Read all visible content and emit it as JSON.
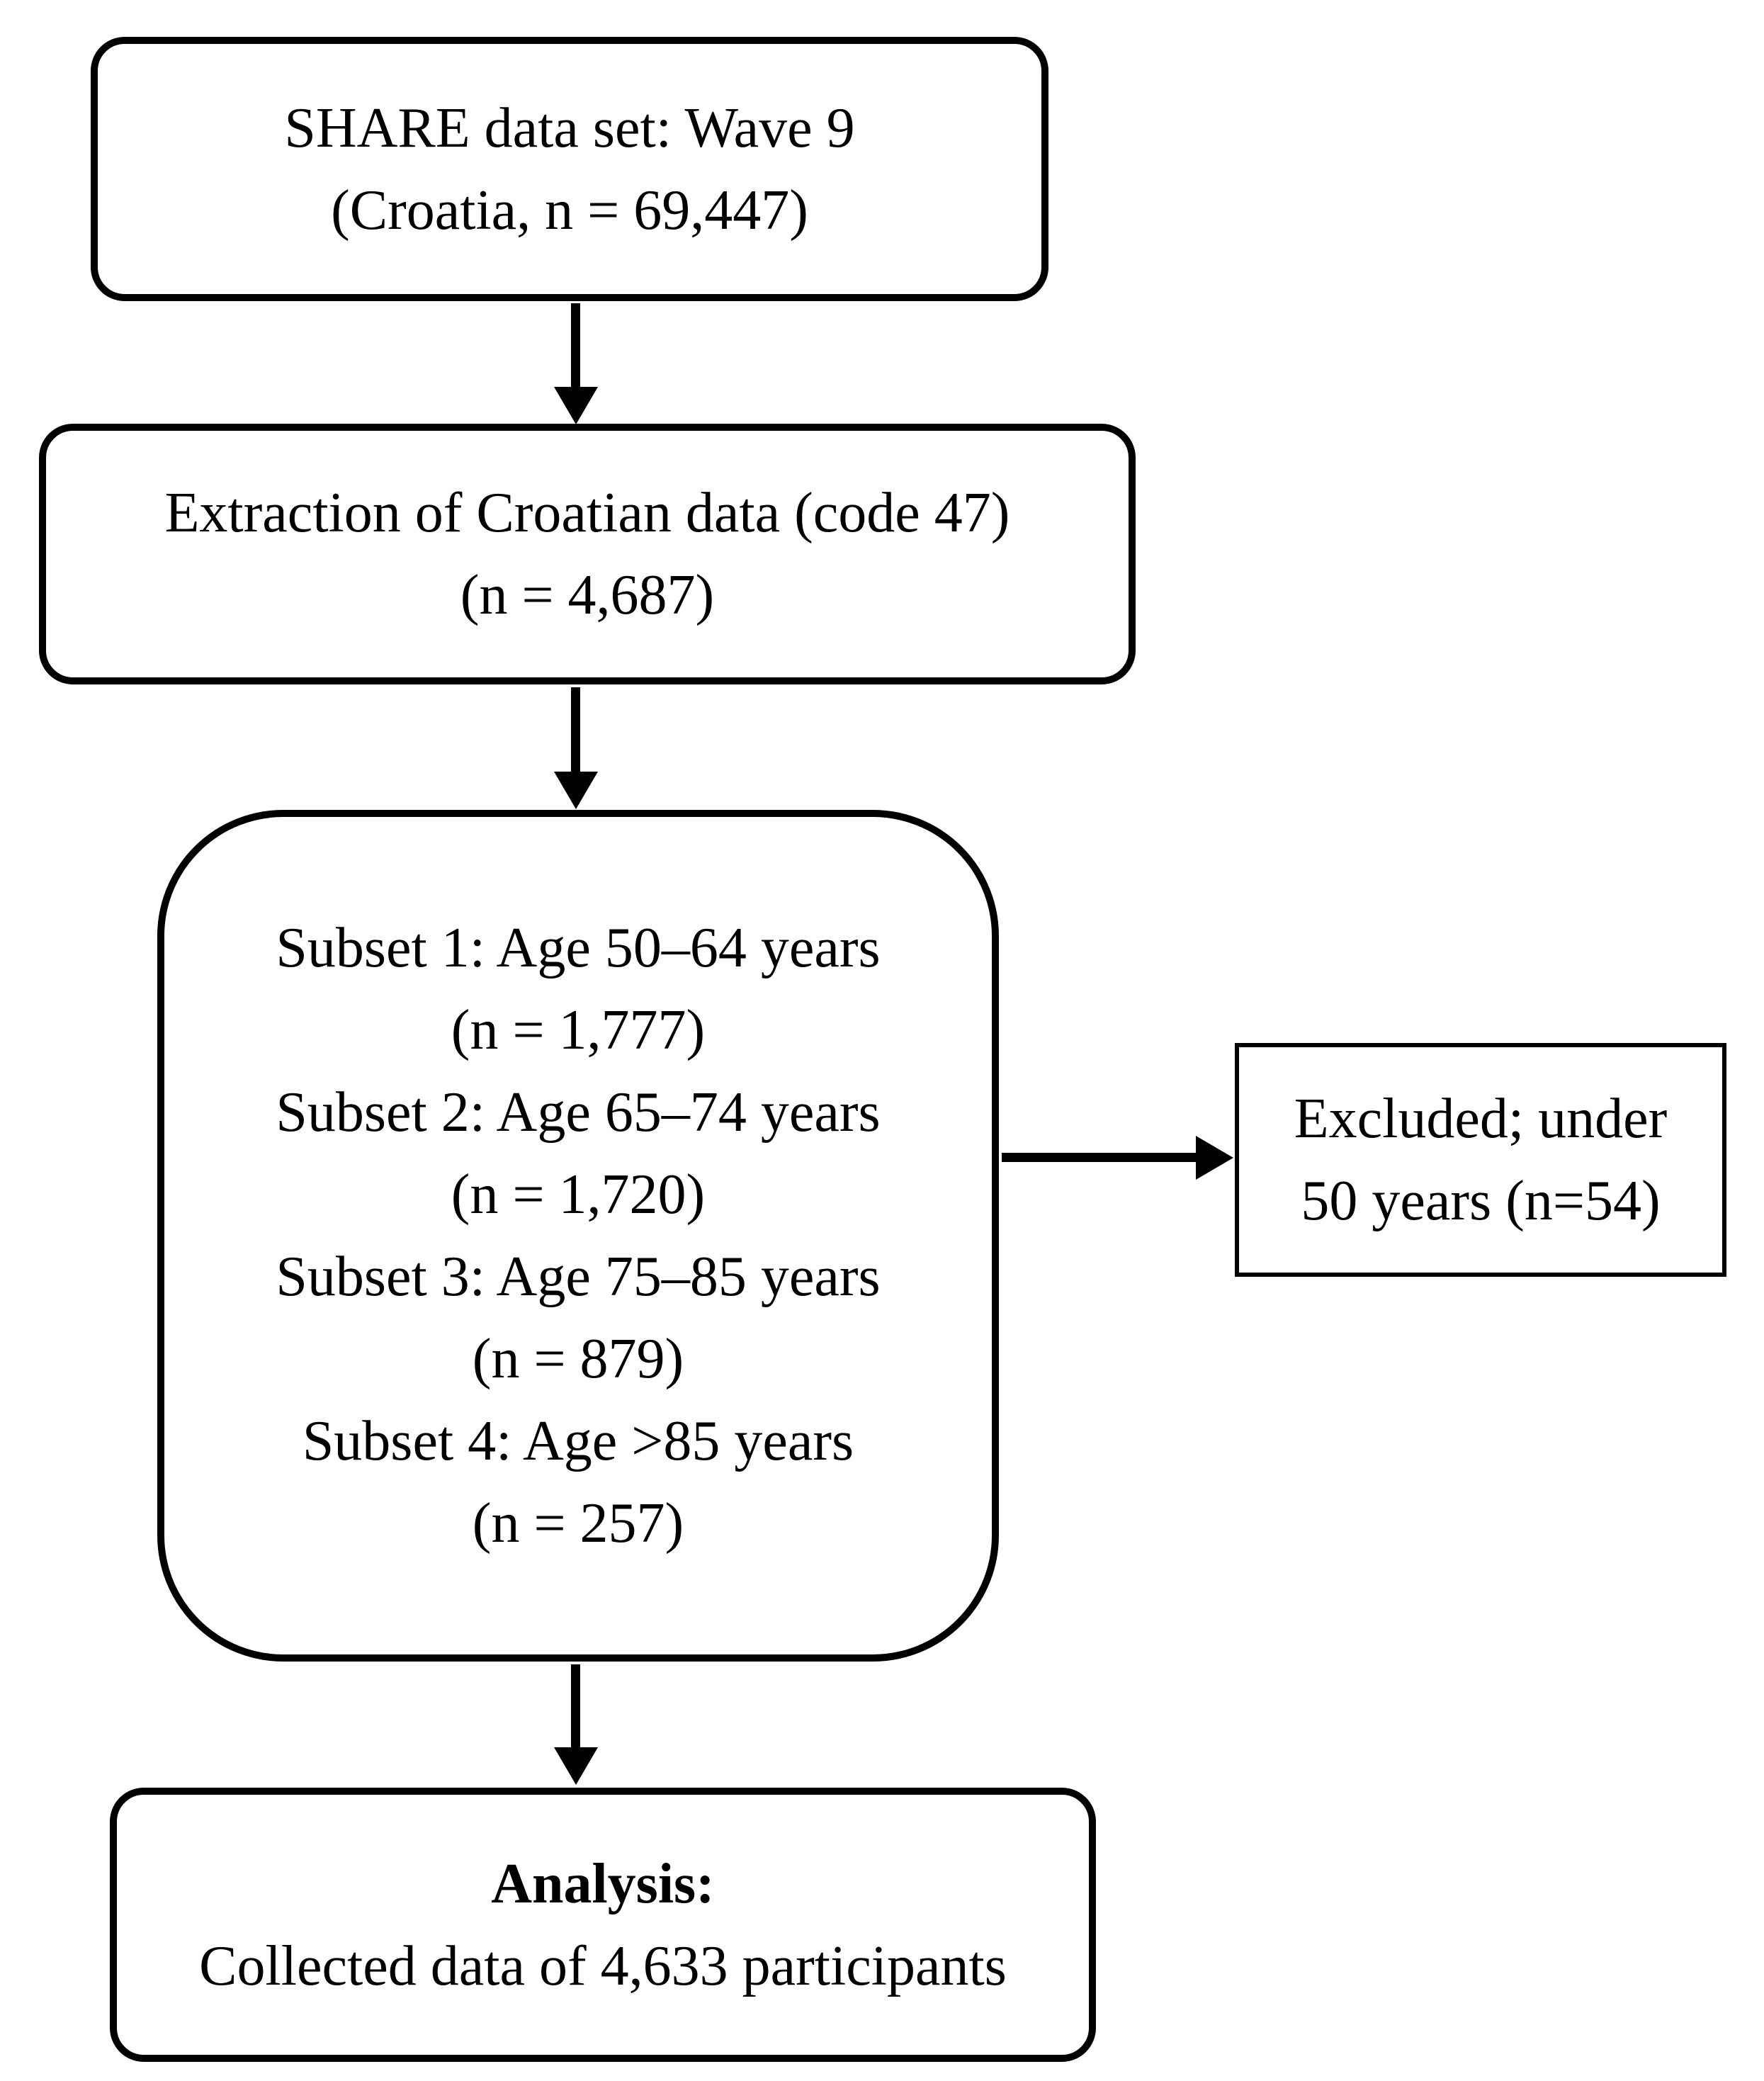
{
  "figure": {
    "type": "flowchart",
    "background_color": "#ffffff",
    "line_color": "#000000",
    "text_color": "#000000"
  },
  "nodes": {
    "share": {
      "lines": [
        "SHARE data set: Wave 9",
        "(Croatia, n = 69,447)"
      ]
    },
    "extraction": {
      "lines": [
        "Extraction of Croatian data (code 47)",
        "(n = 4,687)"
      ]
    },
    "subsets": {
      "lines": [
        "Subset 1: Age 50–64 years",
        "(n = 1,777)",
        "Subset 2: Age 65–74 years",
        "(n = 1,720)",
        "Subset 3: Age 75–85 years",
        "(n = 879)",
        "Subset 4: Age >85 years",
        "(n = 257)"
      ]
    },
    "excluded": {
      "lines": [
        "Excluded; under",
        "50 years (n=54)"
      ]
    },
    "analysis": {
      "heading": "Analysis:",
      "body": "Collected data of 4,633 participants"
    }
  }
}
